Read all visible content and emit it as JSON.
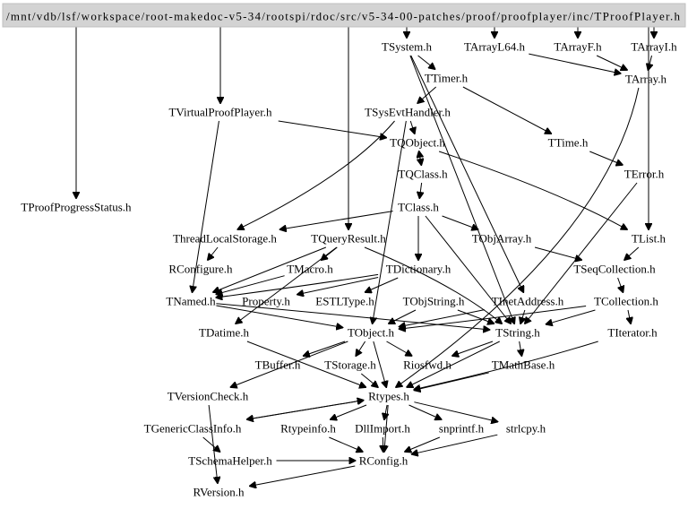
{
  "diagram": {
    "title": "Include dependency graph for TProofPlayer.h",
    "root": "/mnt/vdb/lsf/workspace/root-makedoc-v5-34/rootspi/rdoc/src/v5-34-00-patches/proof/proofplayer/inc/TProofPlayer.h",
    "colors": {
      "root_fill": "#d3d3d3",
      "edge": "#000000",
      "text": "#000000",
      "background": "#ffffff"
    },
    "nodes": [
      {
        "id": "root",
        "label": "/mnt/vdb/lsf/workspace/root-makedoc-v5-34/rootspi/rdoc/src/v5-34-00-patches/proof/proofplayer/inc/TProofPlayer.h"
      },
      {
        "id": "TSystem",
        "label": "TSystem.h"
      },
      {
        "id": "TArrayL64",
        "label": "TArrayL64.h"
      },
      {
        "id": "TArrayF",
        "label": "TArrayF.h"
      },
      {
        "id": "TArrayI",
        "label": "TArrayI.h"
      },
      {
        "id": "TArray",
        "label": "TArray.h"
      },
      {
        "id": "TTimer",
        "label": "TTimer.h"
      },
      {
        "id": "TVirtualProofPlayer",
        "label": "TVirtualProofPlayer.h"
      },
      {
        "id": "TSysEvtHandler",
        "label": "TSysEvtHandler.h"
      },
      {
        "id": "TQObject",
        "label": "TQObject.h"
      },
      {
        "id": "TTime",
        "label": "TTime.h"
      },
      {
        "id": "TQClass",
        "label": "TQClass.h"
      },
      {
        "id": "TError",
        "label": "TError.h"
      },
      {
        "id": "TProofProgressStatus",
        "label": "TProofProgressStatus.h"
      },
      {
        "id": "TClass",
        "label": "TClass.h"
      },
      {
        "id": "ThreadLocalStorage",
        "label": "ThreadLocalStorage.h"
      },
      {
        "id": "TQueryResult",
        "label": "TQueryResult.h"
      },
      {
        "id": "TObjArray",
        "label": "TObjArray.h"
      },
      {
        "id": "TList",
        "label": "TList.h"
      },
      {
        "id": "RConfigure",
        "label": "RConfigure.h"
      },
      {
        "id": "TMacro",
        "label": "TMacro.h"
      },
      {
        "id": "TDictionary",
        "label": "TDictionary.h"
      },
      {
        "id": "TSeqCollection",
        "label": "TSeqCollection.h"
      },
      {
        "id": "TNamed",
        "label": "TNamed.h"
      },
      {
        "id": "Property",
        "label": "Property.h"
      },
      {
        "id": "ESTLType",
        "label": "ESTLType.h"
      },
      {
        "id": "TObjString",
        "label": "TObjString.h"
      },
      {
        "id": "TInetAddress",
        "label": "TInetAddress.h"
      },
      {
        "id": "TCollection",
        "label": "TCollection.h"
      },
      {
        "id": "TDatime",
        "label": "TDatime.h"
      },
      {
        "id": "TObject",
        "label": "TObject.h"
      },
      {
        "id": "TString",
        "label": "TString.h"
      },
      {
        "id": "TIterator",
        "label": "TIterator.h"
      },
      {
        "id": "TBuffer",
        "label": "TBuffer.h"
      },
      {
        "id": "TStorage",
        "label": "TStorage.h"
      },
      {
        "id": "Riosfwd",
        "label": "Riosfwd.h"
      },
      {
        "id": "TMathBase",
        "label": "TMathBase.h"
      },
      {
        "id": "TVersionCheck",
        "label": "TVersionCheck.h"
      },
      {
        "id": "Rtypes",
        "label": "Rtypes.h"
      },
      {
        "id": "TGenericClassInfo",
        "label": "TGenericClassInfo.h"
      },
      {
        "id": "Rtypeinfo",
        "label": "Rtypeinfo.h"
      },
      {
        "id": "DllImport",
        "label": "DllImport.h"
      },
      {
        "id": "snprintf",
        "label": "snprintf.h"
      },
      {
        "id": "strlcpy",
        "label": "strlcpy.h"
      },
      {
        "id": "TSchemaHelper",
        "label": "TSchemaHelper.h"
      },
      {
        "id": "RConfig",
        "label": "RConfig.h"
      },
      {
        "id": "RVersion",
        "label": "RVersion.h"
      }
    ],
    "edges": [
      [
        "root",
        "TSystem"
      ],
      [
        "root",
        "TArrayL64"
      ],
      [
        "root",
        "TArrayF"
      ],
      [
        "root",
        "TArrayI"
      ],
      [
        "root",
        "TVirtualProofPlayer"
      ],
      [
        "root",
        "TProofProgressStatus"
      ],
      [
        "root",
        "TQueryResult"
      ],
      [
        "root",
        "TList"
      ],
      [
        "TSystem",
        "TTimer"
      ],
      [
        "TSystem",
        "TInetAddress"
      ],
      [
        "TSystem",
        "TString"
      ],
      [
        "TArrayL64",
        "TArray"
      ],
      [
        "TArrayF",
        "TArray"
      ],
      [
        "TArrayI",
        "TArray"
      ],
      [
        "TArray",
        "Rtypes"
      ],
      [
        "TTimer",
        "TSysEvtHandler"
      ],
      [
        "TTimer",
        "TTime"
      ],
      [
        "TSysEvtHandler",
        "TQObject"
      ],
      [
        "TSysEvtHandler",
        "ThreadLocalStorage"
      ],
      [
        "TSysEvtHandler",
        "TObject"
      ],
      [
        "TVirtualProofPlayer",
        "TQObject"
      ],
      [
        "TVirtualProofPlayer",
        "TNamed"
      ],
      [
        "TQObject",
        "TQClass"
      ],
      [
        "TQObject",
        "TList"
      ],
      [
        "TTime",
        "TError"
      ],
      [
        "TError",
        "TString"
      ],
      [
        "TQClass",
        "TClass"
      ],
      [
        "TQClass",
        "TQObject"
      ],
      [
        "TClass",
        "ThreadLocalStorage"
      ],
      [
        "TClass",
        "TObjArray"
      ],
      [
        "TClass",
        "TDictionary"
      ],
      [
        "TClass",
        "TString"
      ],
      [
        "ThreadLocalStorage",
        "RConfigure"
      ],
      [
        "TQueryResult",
        "TMacro"
      ],
      [
        "TQueryResult",
        "TNamed"
      ],
      [
        "TQueryResult",
        "TDatime"
      ],
      [
        "TQueryResult",
        "TString"
      ],
      [
        "TObjArray",
        "TSeqCollection"
      ],
      [
        "TList",
        "TSeqCollection"
      ],
      [
        "TMacro",
        "TNamed"
      ],
      [
        "TDictionary",
        "TNamed"
      ],
      [
        "TDictionary",
        "Property"
      ],
      [
        "TDictionary",
        "ESTLType"
      ],
      [
        "TSeqCollection",
        "TCollection"
      ],
      [
        "TNamed",
        "TObject"
      ],
      [
        "TNamed",
        "TString"
      ],
      [
        "TObjString",
        "TObject"
      ],
      [
        "TObjString",
        "TString"
      ],
      [
        "TInetAddress",
        "TObject"
      ],
      [
        "TInetAddress",
        "TString"
      ],
      [
        "TCollection",
        "TObject"
      ],
      [
        "TCollection",
        "TIterator"
      ],
      [
        "TCollection",
        "TString"
      ],
      [
        "TDatime",
        "Rtypes"
      ],
      [
        "TObject",
        "TBuffer"
      ],
      [
        "TObject",
        "TStorage"
      ],
      [
        "TObject",
        "Riosfwd"
      ],
      [
        "TObject",
        "Rtypes"
      ],
      [
        "TObject",
        "TVersionCheck"
      ],
      [
        "TString",
        "Riosfwd"
      ],
      [
        "TString",
        "TMathBase"
      ],
      [
        "TString",
        "Rtypes"
      ],
      [
        "TMathBase",
        "Rtypes"
      ],
      [
        "TIterator",
        "Rtypes"
      ],
      [
        "TStorage",
        "Rtypes"
      ],
      [
        "TVersionCheck",
        "RVersion"
      ],
      [
        "Rtypes",
        "TGenericClassInfo"
      ],
      [
        "Rtypes",
        "Rtypeinfo"
      ],
      [
        "Rtypes",
        "DllImport"
      ],
      [
        "Rtypes",
        "snprintf"
      ],
      [
        "Rtypes",
        "strlcpy"
      ],
      [
        "Rtypes",
        "RConfig"
      ],
      [
        "TGenericClassInfo",
        "TSchemaHelper"
      ],
      [
        "TGenericClassInfo",
        "Rtypes"
      ],
      [
        "Rtypeinfo",
        "RConfig"
      ],
      [
        "DllImport",
        "RConfig"
      ],
      [
        "snprintf",
        "RConfig"
      ],
      [
        "strlcpy",
        "RConfig"
      ],
      [
        "TSchemaHelper",
        "RConfig"
      ],
      [
        "RConfig",
        "RVersion"
      ]
    ]
  }
}
